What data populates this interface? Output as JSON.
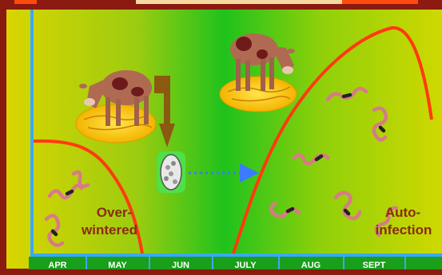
{
  "labels": {
    "overwintered_line1": "Over-",
    "overwintered_line2": "wintered",
    "autoinfection_line1": "Auto-",
    "autoinfection_line2": "infection"
  },
  "months": [
    "APR",
    "MAY",
    "JUN",
    "JULY",
    "AUG",
    "SEPT"
  ],
  "colors": {
    "background_left": "#d7d400",
    "background_mid": "#22c21a",
    "background_right": "#c7d800",
    "border": "#8b1a10",
    "axis": "#3aa8ff",
    "curve": "#ff3a10",
    "label": "#8b2a12",
    "arrow": "#3a7bff"
  }
}
